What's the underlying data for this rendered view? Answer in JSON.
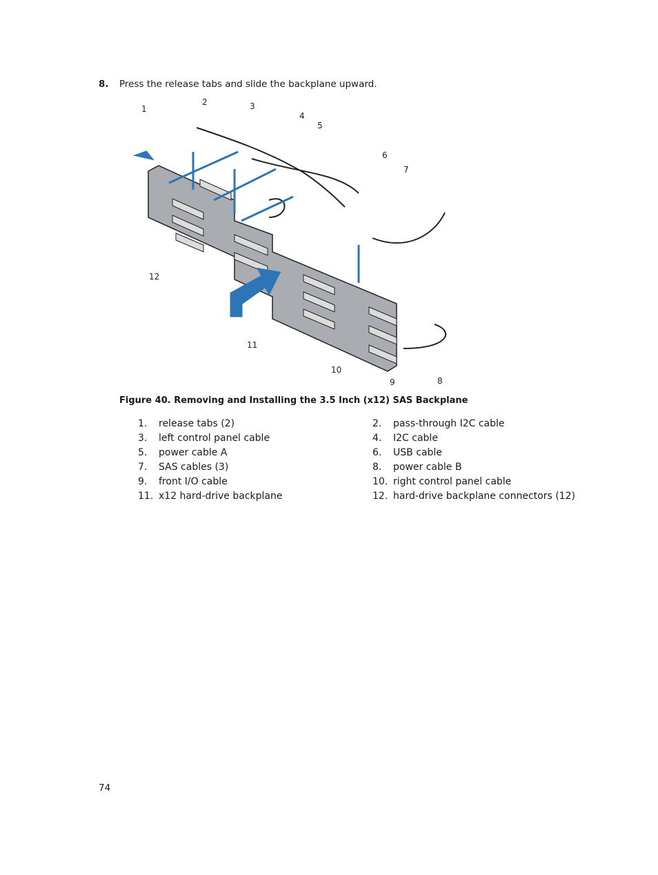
{
  "step": {
    "number": "8.",
    "text": "Press the release tabs and slide the backplane upward."
  },
  "figure": {
    "caption": "Figure 40. Removing and Installing the 3.5 Inch (x12) SAS Backplane",
    "callouts": [
      "1",
      "2",
      "3",
      "4",
      "5",
      "6",
      "7",
      "8",
      "9",
      "10",
      "11",
      "12"
    ]
  },
  "legend": [
    {
      "num": "1.",
      "label": "release tabs (2)"
    },
    {
      "num": "2.",
      "label": "pass-through I2C cable"
    },
    {
      "num": "3.",
      "label": "left control panel cable"
    },
    {
      "num": "4.",
      "label": "I2C cable"
    },
    {
      "num": "5.",
      "label": "power cable A"
    },
    {
      "num": "6.",
      "label": "USB cable"
    },
    {
      "num": "7.",
      "label": "SAS cables (3)"
    },
    {
      "num": "8.",
      "label": "power cable B"
    },
    {
      "num": "9.",
      "label": "front I/O cable"
    },
    {
      "num": "10.",
      "label": "right control panel cable"
    },
    {
      "num": "11.",
      "label": "x12 hard-drive backplane"
    },
    {
      "num": "12.",
      "label": "hard-drive backplane connectors (12)"
    }
  ],
  "page_number": "74"
}
